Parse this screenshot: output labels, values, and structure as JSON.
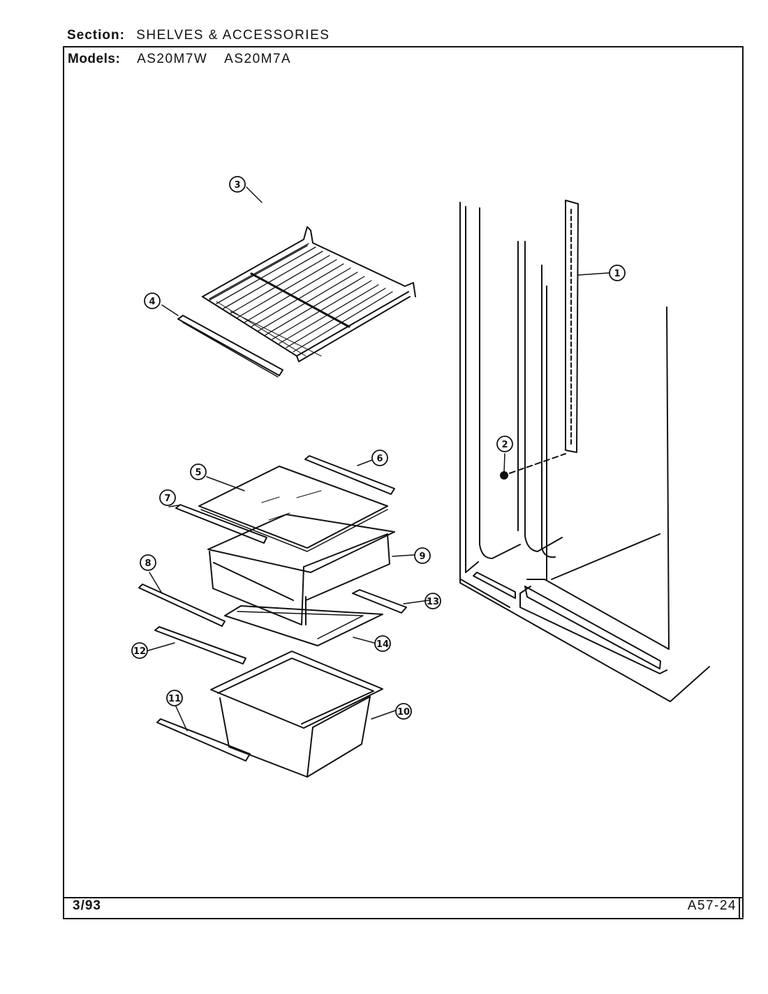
{
  "header": {
    "section_label": "Section:",
    "section_value": "SHELVES & ACCESSORIES",
    "models_label": "Models:",
    "models": [
      "AS20M7W",
      "AS20M7A"
    ]
  },
  "footer": {
    "date": "3/93",
    "page_code": "A57-24"
  },
  "callouts": [
    "1",
    "2",
    "3",
    "4",
    "5",
    "6",
    "7",
    "8",
    "9",
    "10",
    "11",
    "12",
    "13",
    "14"
  ]
}
